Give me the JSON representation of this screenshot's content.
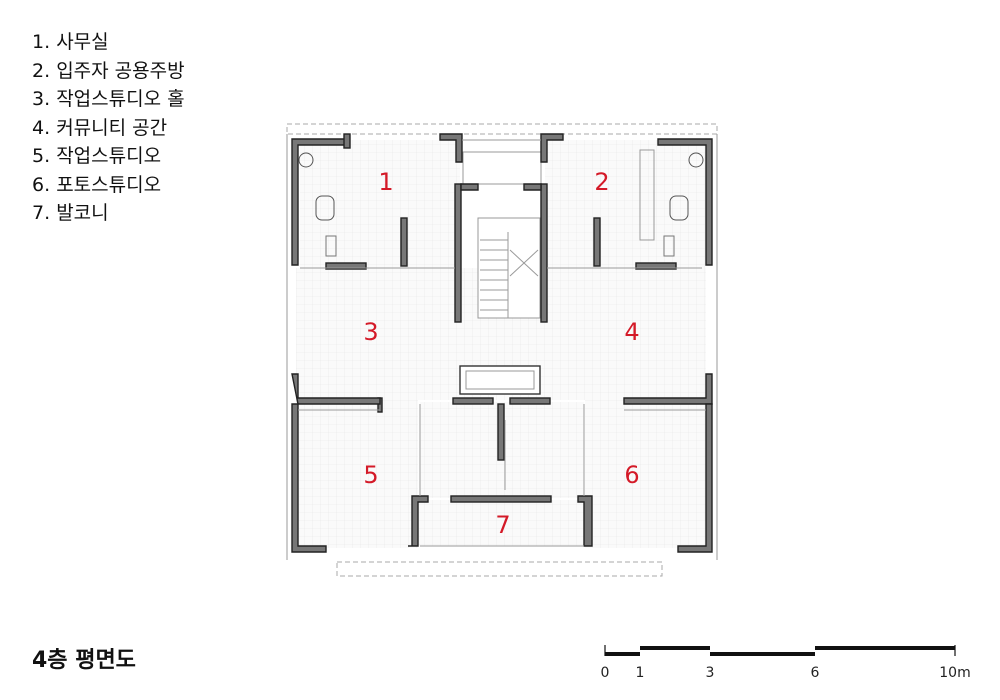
{
  "legend": [
    {
      "num": "1.",
      "label": "사무실"
    },
    {
      "num": "2.",
      "label": "입주자 공용주방"
    },
    {
      "num": "3.",
      "label": "작업스튜디오 홀"
    },
    {
      "num": "4.",
      "label": "커뮤니티 공간"
    },
    {
      "num": "5.",
      "label": "작업스튜디오"
    },
    {
      "num": "6.",
      "label": "포토스튜디오"
    },
    {
      "num": "7.",
      "label": "발코니"
    }
  ],
  "title": "4층 평면도",
  "room_numbers": [
    "1",
    "2",
    "3",
    "4",
    "5",
    "6",
    "7"
  ],
  "scale_bar": {
    "labels": [
      "0",
      "1",
      "3",
      "6",
      "10m"
    ]
  },
  "colors": {
    "room_number": "#d41a28",
    "wall_fill": "#777777",
    "wall_outline": "#222222"
  }
}
